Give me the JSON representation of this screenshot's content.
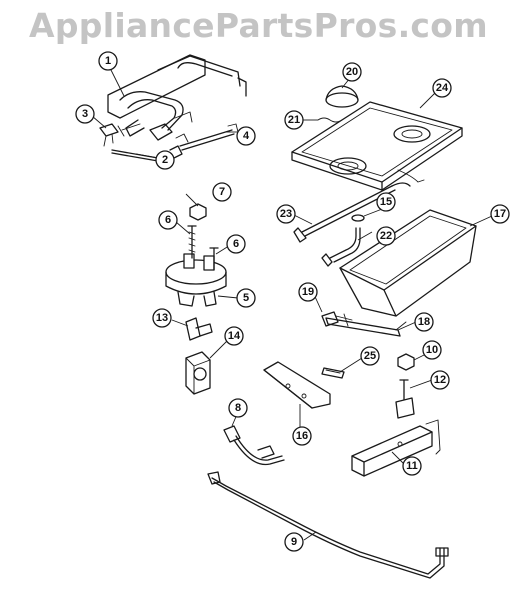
{
  "watermark": "AppliancePartsPros.com",
  "callouts": [
    {
      "label": "1"
    },
    {
      "label": "2"
    },
    {
      "label": "3"
    },
    {
      "label": "4"
    },
    {
      "label": "5"
    },
    {
      "label": "6"
    },
    {
      "label": "6"
    },
    {
      "label": "7"
    },
    {
      "label": "8"
    },
    {
      "label": "9"
    },
    {
      "label": "10"
    },
    {
      "label": "11"
    },
    {
      "label": "12"
    },
    {
      "label": "13"
    },
    {
      "label": "14"
    },
    {
      "label": "15"
    },
    {
      "label": "16"
    },
    {
      "label": "17"
    },
    {
      "label": "18"
    },
    {
      "label": "19"
    },
    {
      "label": "20"
    },
    {
      "label": "21"
    },
    {
      "label": "22"
    },
    {
      "label": "23"
    },
    {
      "label": "24"
    },
    {
      "label": "25"
    }
  ]
}
